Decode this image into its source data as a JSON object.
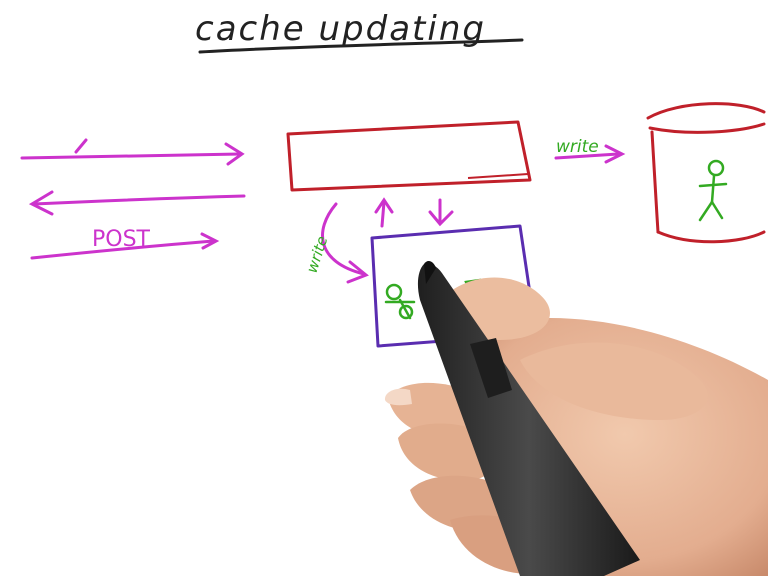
{
  "title": "cache updating",
  "labels": {
    "post": "POST",
    "write_to_db": "write",
    "write_to_cache": "write"
  },
  "colors": {
    "title": "#222222",
    "magenta": "#cc33cc",
    "red": "#c0202a",
    "green": "#33aa22",
    "purple": "#5a2db0",
    "skin": "#e8b89a",
    "pen": "#2f2f2f"
  }
}
